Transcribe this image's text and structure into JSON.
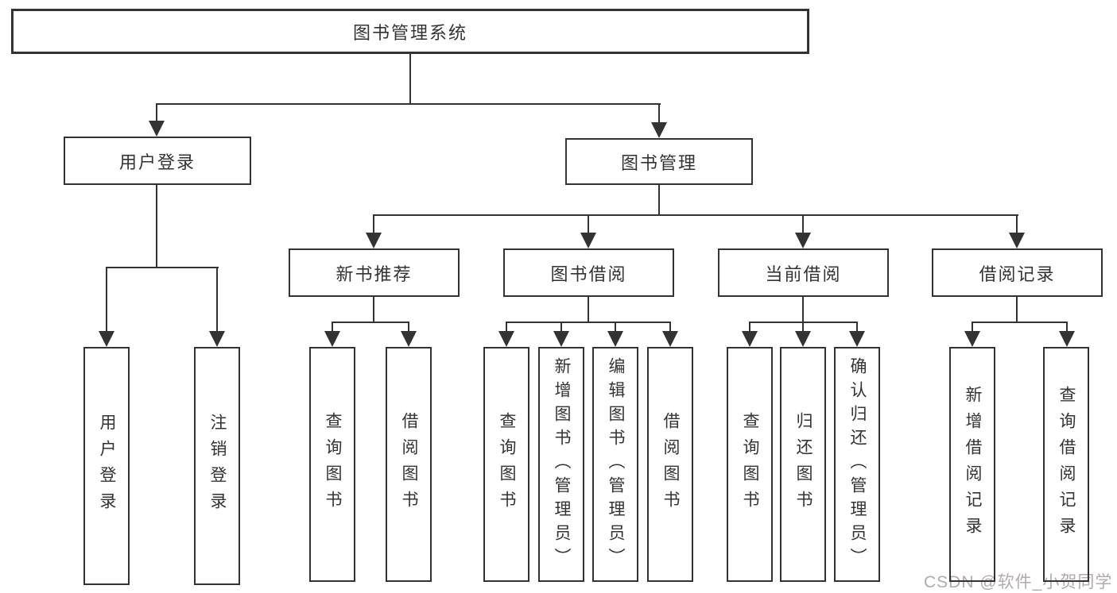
{
  "colors": {
    "line": "#333333",
    "box_border": "#333333",
    "text": "#333333",
    "background": "#ffffff",
    "watermark": "#b3abab"
  },
  "watermark": {
    "text": "CSDN @软件_小贺同学"
  },
  "tree": {
    "label": "图书管理系统",
    "children": [
      {
        "label": "用户登录",
        "children": [
          {
            "label": "用户登录"
          },
          {
            "label": "注销登录"
          }
        ]
      },
      {
        "label": "图书管理",
        "children": [
          {
            "label": "新书推荐",
            "children": [
              {
                "label": "查询图书"
              },
              {
                "label": "借阅图书"
              }
            ]
          },
          {
            "label": "图书借阅",
            "children": [
              {
                "label": "查询图书"
              },
              {
                "label": "新增图书（管理员）"
              },
              {
                "label": "编辑图书（管理员）"
              },
              {
                "label": "借阅图书"
              }
            ]
          },
          {
            "label": "当前借阅",
            "children": [
              {
                "label": "查询图书"
              },
              {
                "label": "归还图书"
              },
              {
                "label": "确认归还（管理员）"
              }
            ]
          },
          {
            "label": "借阅记录",
            "children": [
              {
                "label": "新增借阅记录"
              },
              {
                "label": "查询借阅记录"
              }
            ]
          }
        ]
      }
    ]
  }
}
